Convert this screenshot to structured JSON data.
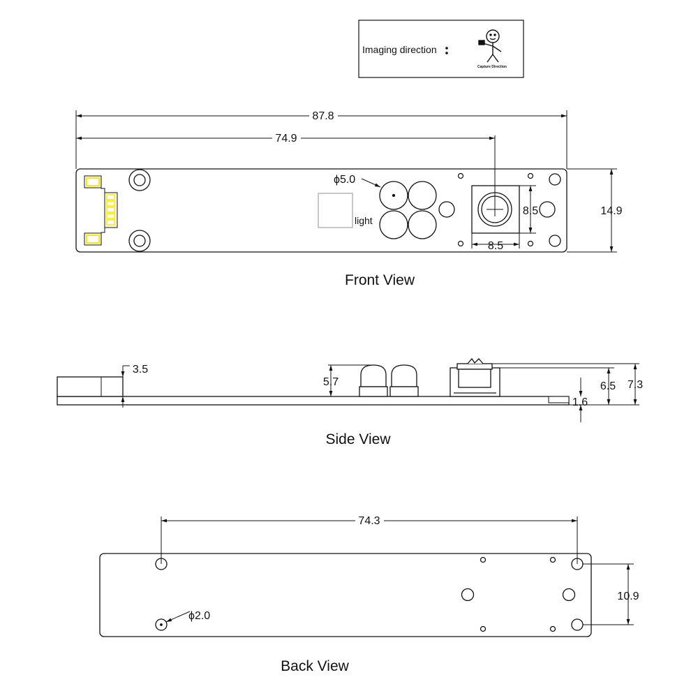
{
  "legend": {
    "text": "Imaging direction",
    "icon_caption": "Capture Direction"
  },
  "views": {
    "front": {
      "title": "Front View"
    },
    "side": {
      "title": "Side View"
    },
    "back": {
      "title": "Back View"
    }
  },
  "front_dims": {
    "overall_length": "87.8",
    "lens_offset": "74.9",
    "led_diameter": "ϕ5.0",
    "lens_width": "8.5",
    "lens_height": "8.5",
    "board_height": "14.9",
    "light_label": "light"
  },
  "side_dims": {
    "connector_height": "3.5",
    "led_height": "5.7",
    "lens_height": "6.5",
    "total_height": "7.3",
    "board_thickness": "1.6"
  },
  "back_dims": {
    "hole_spacing_x": "74.3",
    "hole_spacing_y": "10.9",
    "hole_diameter": "ϕ2.0"
  },
  "colors": {
    "line": "#111111",
    "connector_fill": "#ffe900",
    "sensor_outline": "#b5b5b5"
  }
}
